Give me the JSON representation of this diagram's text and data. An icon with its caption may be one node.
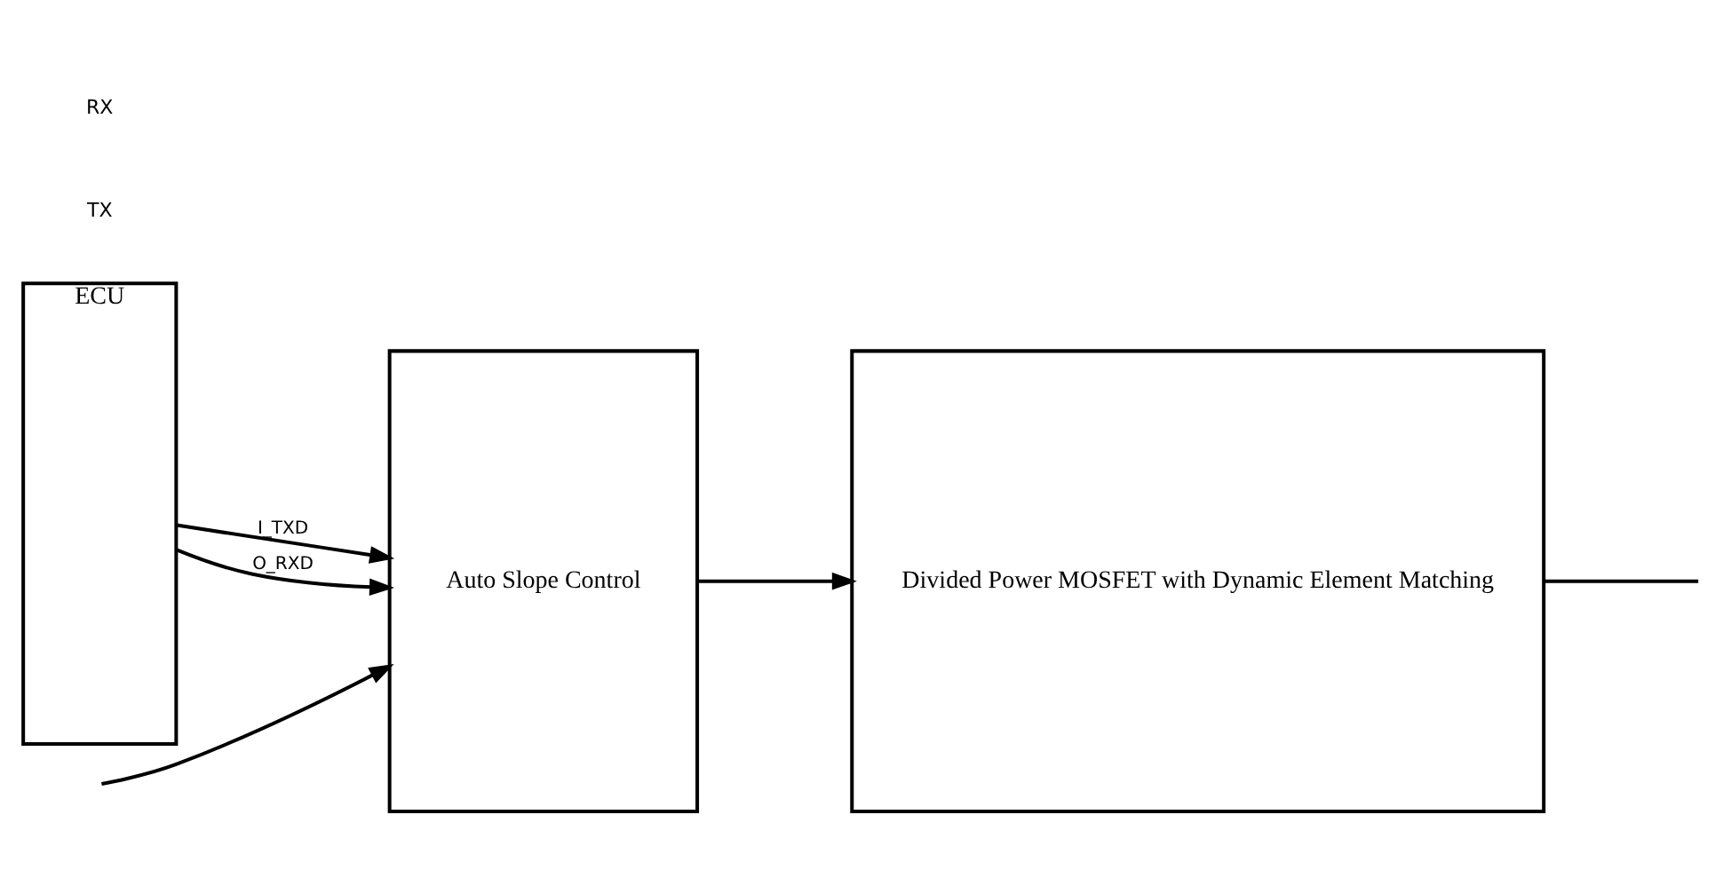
{
  "diagram": {
    "nodes": [
      {
        "text": [
          "ECU"
        ]
      },
      {
        "text": [
          "Auto Slope Control"
        ]
      },
      {
        "text": [
          "Divided Power MOSFET with Dynamic Element Matching"
        ]
      }
    ],
    "edges": [
      {
        "from": 0,
        "to": 1,
        "arrow": "to",
        "label": "I_TXD"
      },
      {
        "from": 0,
        "to": 1,
        "arrow": "to",
        "label": "O_RXD"
      },
      {
        "from": null,
        "to": 1,
        "arrow": "to"
      },
      {
        "from": 1,
        "to": 2,
        "arrow": "to"
      },
      {
        "from": 2,
        "to": null,
        "arrow": "none"
      }
    ],
    "labels": [
      "TX",
      "RX"
    ]
  }
}
